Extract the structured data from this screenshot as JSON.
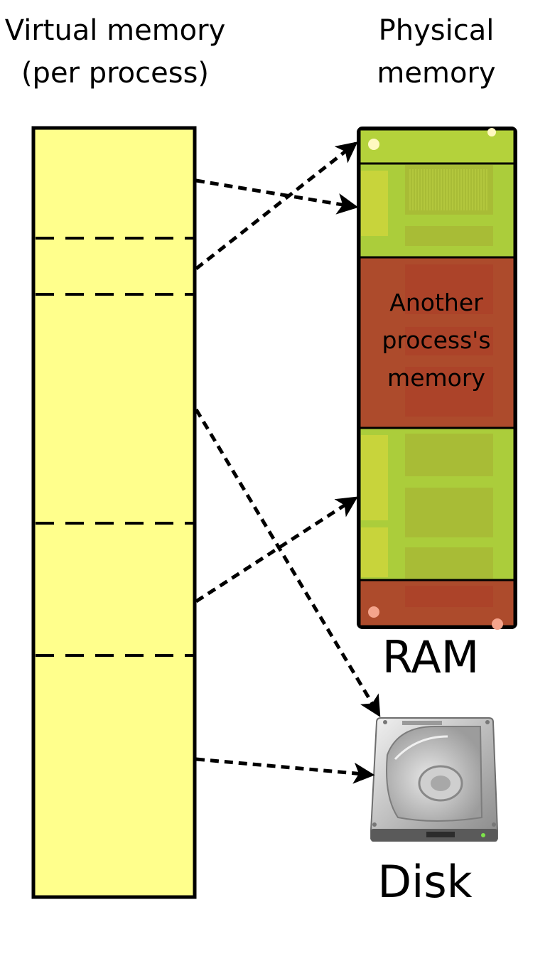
{
  "virtual_memory": {
    "title_line1": "Virtual memory",
    "title_line2": "(per process)",
    "fill_color": "#ffff8c"
  },
  "physical_memory": {
    "title_line1": "Physical",
    "title_line2": "memory",
    "other_process_line1": "Another",
    "other_process_line2": "process's",
    "other_process_line3": "memory",
    "page_color": "#c7dc3b",
    "other_process_color": "#b9452a"
  },
  "ram": {
    "label": "RAM"
  },
  "disk": {
    "label": "Disk"
  },
  "icons": {
    "ram": "ram-module-icon",
    "disk": "hard-disk-icon"
  }
}
